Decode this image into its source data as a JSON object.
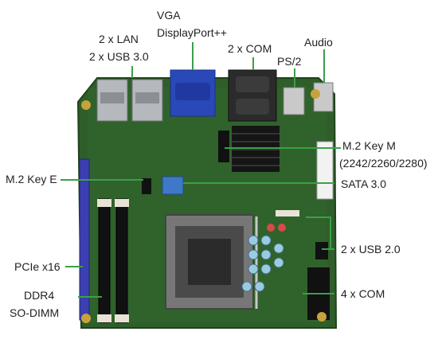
{
  "labels": {
    "lan": [
      "2 x LAN",
      "2 x USB 3.0"
    ],
    "vga": [
      "VGA",
      "DisplayPort++"
    ],
    "com2": "2 x COM",
    "ps2": "PS/2",
    "audio": "Audio",
    "m2m": [
      "M.2 Key M",
      "(2242/2260/2280)"
    ],
    "m2e": "M.2 Key E",
    "sata": "SATA 3.0",
    "usb2": "2 x USB 2.0",
    "pcie": "PCIe x16",
    "com4": "4 x COM",
    "ddr4": [
      "DDR4",
      "SO-DIMM"
    ]
  },
  "colors": {
    "pcb": "#2f5e2a",
    "leader": "#3aa048",
    "vga_port": "#2a49b8",
    "pcie_slot": "#3b3fb0"
  }
}
